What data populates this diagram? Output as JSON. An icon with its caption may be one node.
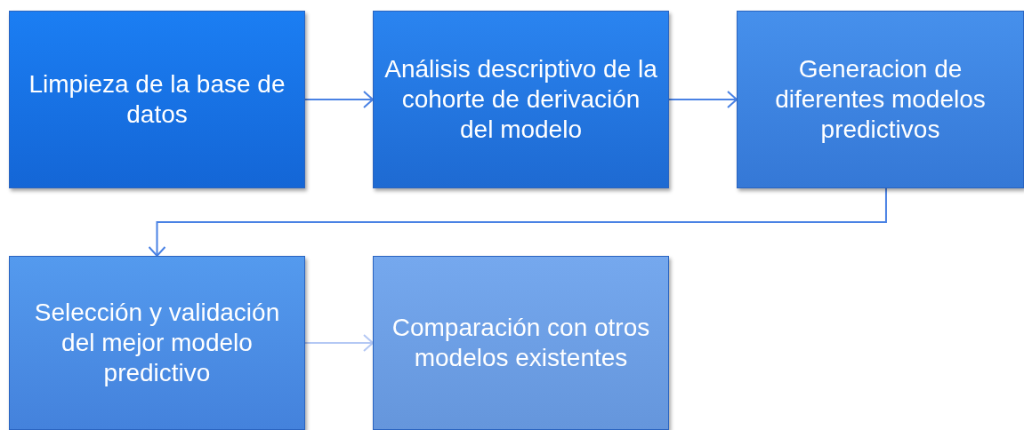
{
  "diagram": {
    "nodes": [
      {
        "text": [
          "Limpieza de la base de datos"
        ]
      },
      {
        "text": [
          "Análisis descriptivo de la cohorte de derivación del modelo"
        ]
      },
      {
        "text": [
          "Generacion de diferentes modelos predictivos"
        ]
      },
      {
        "text": [
          "Selección y validación del mejor modelo predictivo"
        ]
      },
      {
        "text": [
          "Comparación con otros modelos existentes"
        ]
      }
    ],
    "edges": [
      {
        "from": 0,
        "to": 1,
        "arrow": "to"
      },
      {
        "from": 1,
        "to": 2,
        "arrow": "to"
      },
      {
        "from": 2,
        "to": 3,
        "arrow": "to"
      },
      {
        "from": 3,
        "to": 4,
        "arrow": "to",
        "color": "#b4c8f4"
      }
    ]
  }
}
